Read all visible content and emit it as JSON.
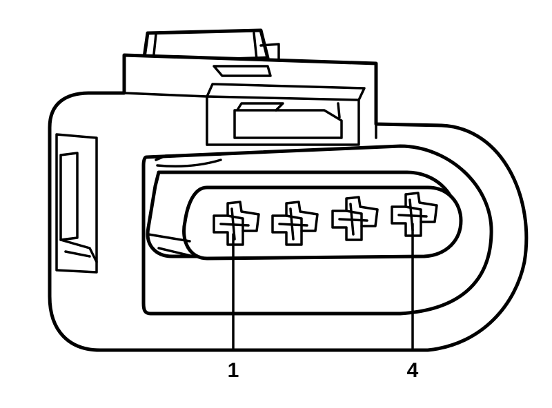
{
  "diagram": {
    "callouts": [
      {
        "label": "1",
        "pin_index": 0
      },
      {
        "label": "4",
        "pin_index": 3
      }
    ],
    "pin_count": 4,
    "colors": {
      "line": "#000000",
      "background": "#ffffff"
    }
  }
}
